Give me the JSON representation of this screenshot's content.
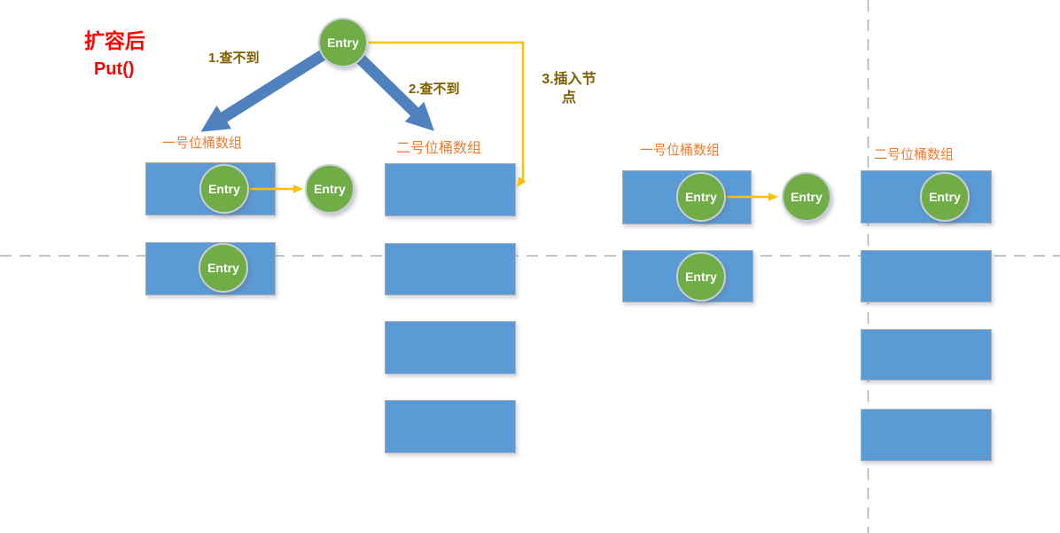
{
  "title": "扩容后",
  "subtitle": "Put()",
  "entry_label": "Entry",
  "steps": {
    "step1": "1.查不到",
    "step2": "2.查不到",
    "step3": "3.插入节点"
  },
  "arrays": {
    "left_first": {
      "label": "一号位桶数组",
      "slots": 2,
      "entries": 3
    },
    "left_second": {
      "label": "二号位桶数组",
      "slots": 4,
      "entries": 0
    },
    "right_first": {
      "label": "一号位桶数组",
      "slots": 2,
      "entries": 3
    },
    "right_second": {
      "label": "二号位桶数组",
      "slots": 4,
      "entries": 1
    }
  },
  "colors": {
    "bucket_blue": "#5B9BD5",
    "entry_green": "#70AD47",
    "arrow_blue": "#4E81BD",
    "arrow_yellow": "#FFC000",
    "label_orange": "#ED7D31",
    "step_text_olive": "#7F6000",
    "title_red": "#FE0000",
    "divider_gray": "#ABABAB"
  }
}
